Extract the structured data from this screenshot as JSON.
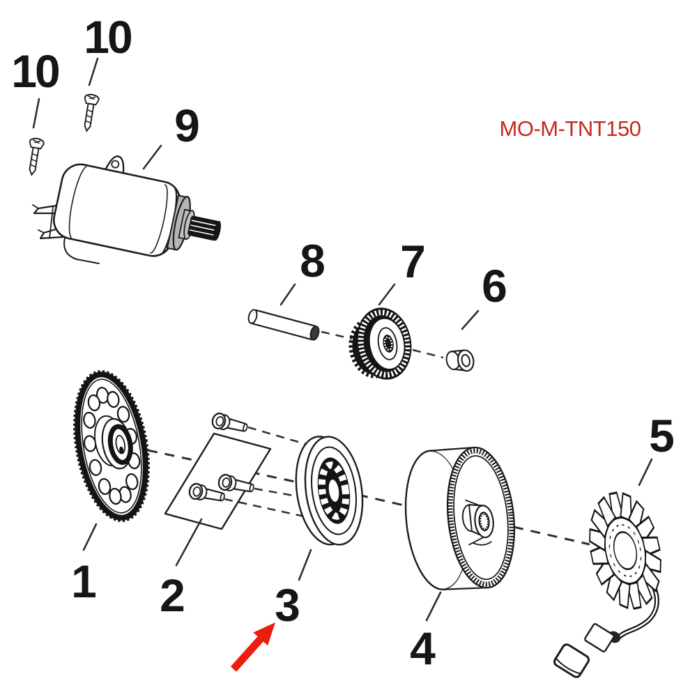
{
  "reference_code": {
    "text": "MO-M-TNT150",
    "color": "#c32a20"
  },
  "highlight_arrow": {
    "color": "#ee1b0f",
    "points_to_label": "3"
  },
  "labels": {
    "n1": "1",
    "n2": "2",
    "n3": "3",
    "n4": "4",
    "n5": "5",
    "n6": "6",
    "n7": "7",
    "n8": "8",
    "n9": "9",
    "n10a": "10",
    "n10b": "10"
  }
}
